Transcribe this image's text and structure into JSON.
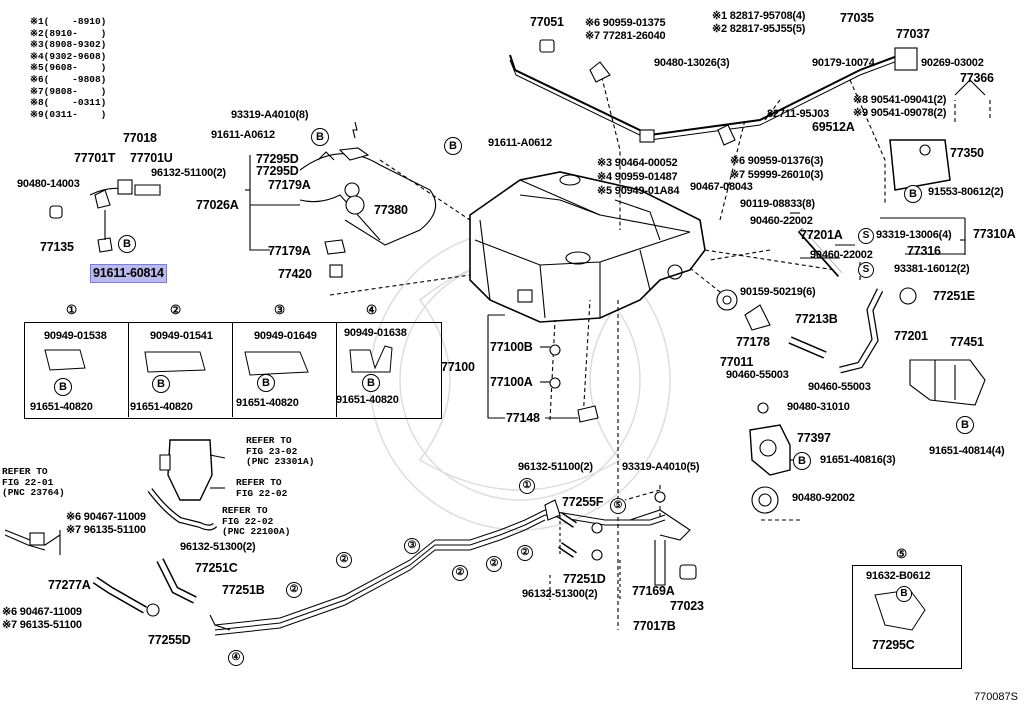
{
  "figure_id": "770087S",
  "legend": [
    {
      "mark": "※1",
      "range": "(    -8910)"
    },
    {
      "mark": "※2",
      "range": "(8910-    )"
    },
    {
      "mark": "※3",
      "range": "(8908-9302)"
    },
    {
      "mark": "※4",
      "range": "(9302-9608)"
    },
    {
      "mark": "※5",
      "range": "(9608-    )"
    },
    {
      "mark": "※6",
      "range": "(    -9808)"
    },
    {
      "mark": "※7",
      "range": "(9808-    )"
    },
    {
      "mark": "※8",
      "range": "(    -0311)"
    },
    {
      "mark": "※9",
      "range": "(0311-    )"
    }
  ],
  "refs": {
    "r1": "REFER TO\nFIG 23-02\n(PNC 23301A)",
    "r2": "REFER TO\nFIG 22-02",
    "r3": "REFER TO\nFIG 22-02\n(PNC 22100A)",
    "r4": "REFER TO\nFIG 22-01\n(PNC 23764)"
  },
  "circle_b": "B",
  "circle_s": "S",
  "highlighted_part": "91611-60814",
  "variant_boxes": [
    {
      "num": "①",
      "part": "90949-01538",
      "bolt": "91651-40820"
    },
    {
      "num": "②",
      "part": "90949-01541",
      "bolt": "91651-40820"
    },
    {
      "num": "③",
      "part": "90949-01649",
      "bolt": "91651-40820"
    },
    {
      "num": "④",
      "part": "90949-01638",
      "bolt": "91651-40820"
    }
  ],
  "box5": {
    "num": "⑤",
    "part": "91632-B0612",
    "label": "77295C"
  },
  "labels": {
    "l77051": "77051",
    "l77035": "77035",
    "l77037": "77037",
    "l90959_01375": "※6 90959-01375",
    "l77281_26040": "※7 77281-26040",
    "l82817_95708": "※1 82817-95708(4)",
    "l82817_95j55": "※2 82817-95J55(5)",
    "l90480_13026": "90480-13026(3)",
    "l90179_10074": "90179-10074",
    "l90269_03002": "90269-03002",
    "l77366": "77366",
    "l82711_95j03": "82711-95J03",
    "l90541_09041": "※8 90541-09041(2)",
    "l90541_09078": "※9 90541-09078(2)",
    "l69512A": "69512A",
    "l77350": "77350",
    "l91553_80612": "91553-80612(2)",
    "l93319_a4010_8": "93319-A4010(8)",
    "l91611_a0612_a": "91611-A0612",
    "l91611_a0612_b": "91611-A0612",
    "l77018": "77018",
    "l77701T": "77701T",
    "l77701U": "77701U",
    "l96132_51100_top": "96132-51100(2)",
    "l90480_14003": "90480-14003",
    "l77135": "77135",
    "l77295D_1": "77295D",
    "l77295D_2": "77295D",
    "l77179A_1": "77179A",
    "l77026A": "77026A",
    "l77380": "77380",
    "l77179A_2": "77179A",
    "l77420": "77420",
    "l90464_00052": "※3 90464-00052",
    "l90959_01487": "※4 90959-01487",
    "l90949_01a84": "※5 90949-01A84",
    "l90467_08043": "90467-08043",
    "l90959_01376": "※6 90959-01376(3)",
    "l59999_26010": "※7 59999-26010(3)",
    "l90119_08833": "90119-08833(8)",
    "l90460_22002_a": "90460-22002",
    "l77201A": "77201A",
    "l90460_22002_b": "90460-22002",
    "l93319_13006": "93319-13006(4)",
    "l77310A": "77310A",
    "l77316": "77316",
    "l93381_16012": "93381-16012(2)",
    "l77251E": "77251E",
    "l90159_50219": "90159-50219(6)",
    "l77213B": "77213B",
    "l77201": "77201",
    "l77178": "77178",
    "l77011": "77011",
    "l90460_55003_a": "90460-55003",
    "l90460_55003_b": "90460-55003",
    "l77451": "77451",
    "l77100": "77100",
    "l77100B": "77100B",
    "l77100A": "77100A",
    "l77148": "77148",
    "l90480_31010": "90480-31010",
    "l77397": "77397",
    "l91651_40816": "91651-40816(3)",
    "l90480_92002": "90480-92002",
    "l91651_40814": "91651-40814(4)",
    "l96132_51100_mid": "96132-51100(2)",
    "l93319_a4010_5": "93319-A4010(5)",
    "l77255F": "77255F",
    "l90467_11009_a": "※6 90467-11009",
    "l96135_51100_a": "※7 96135-51100",
    "l96132_51300_a": "96132-51300(2)",
    "l77251C": "77251C",
    "l77277A": "77277A",
    "l77251B": "77251B",
    "l90467_11009_b": "※6 90467-11009",
    "l96135_51100_b": "※7 96135-51100",
    "l77255D": "77255D",
    "l77251D": "77251D",
    "l96132_51300_b": "96132-51300(2)",
    "l77169A": "77169A",
    "l77023": "77023",
    "l77017B": "77017B"
  },
  "markers": {
    "c1": "①",
    "c2": "②",
    "c3": "③",
    "c4": "④",
    "c5": "⑤"
  }
}
